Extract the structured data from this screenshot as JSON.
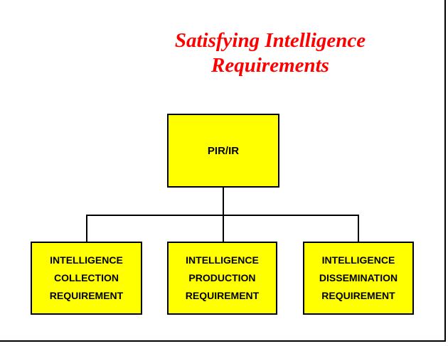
{
  "title": {
    "text": "Satisfying Intelligence\nRequirements",
    "color": "#FF0000"
  },
  "diagram": {
    "root": {
      "label": "PIR/IR"
    },
    "children": [
      {
        "label": "INTELLIGENCE\nCOLLECTION\nREQUIREMENT"
      },
      {
        "label": "INTELLIGENCE\nPRODUCTION\nREQUIREMENT"
      },
      {
        "label": "INTELLIGENCE\nDISSEMINATION\nREQUIREMENT"
      }
    ],
    "colors": {
      "box_fill": "#FFFF00",
      "box_border": "#000000",
      "connector": "#000000",
      "text": "#000000"
    }
  }
}
